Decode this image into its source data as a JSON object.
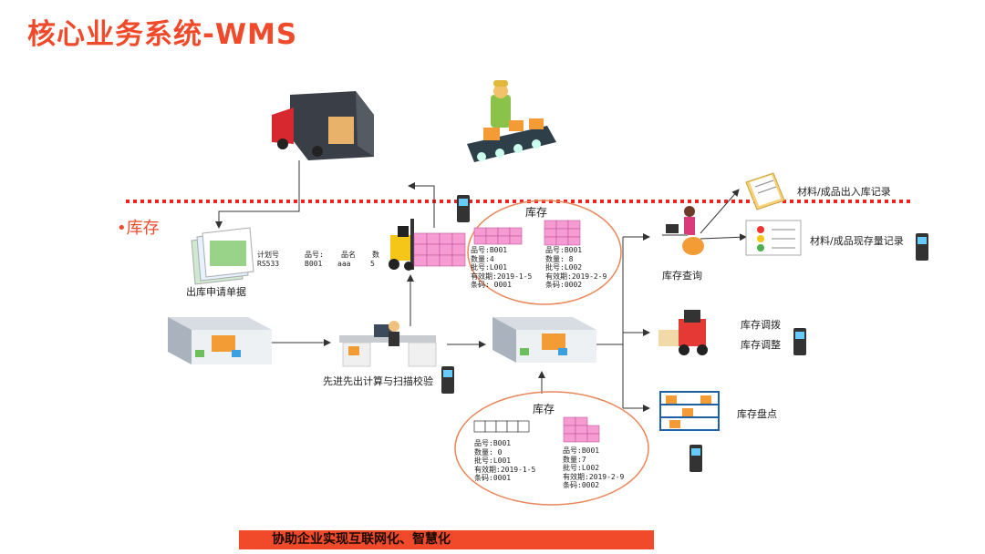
{
  "title": "核心业务系统-WMS",
  "section_tag": "•库存",
  "labels": {
    "outbound_doc": "出库申请单据",
    "fifo_scan": "先进先出计算与扫描校验",
    "inventory_query": "库存查询",
    "in_out_record": "材料/成品出入库记录",
    "current_stock_record": "材料/成品现存量记录",
    "transfer": "库存调拨",
    "adjust": "库存调整",
    "stocktake": "库存盘点"
  },
  "plan_table": {
    "headers": [
      "计划号",
      "品号:",
      "品名",
      "数"
    ],
    "values": [
      "RS533",
      "B001",
      "aaa",
      "5"
    ]
  },
  "inventory_top": {
    "title": "库存",
    "left": [
      "品号:B001",
      "数量:4",
      "批号:L001",
      "有效期:2019-1-5",
      "条码: 0001"
    ],
    "right": [
      "品号:B001",
      "数量: 8",
      "批号:L002",
      "有效期:2019-2-9",
      "条码:0002"
    ]
  },
  "inventory_bottom": {
    "title": "库存",
    "left": [
      "品号:B001",
      "数量: 0",
      "批号:L001",
      "有效期:2019-1-5",
      "条码:0001"
    ],
    "right": [
      "品号:B001",
      "数量:7",
      "批号:L002",
      "有效期:2019-2-9",
      "条码:0002"
    ]
  },
  "banner": "协助企业实现互联网化、智慧化",
  "colors": {
    "accent": "#f04a2b",
    "boxes": "#f79bd3",
    "ellipse": "#e8875a"
  }
}
